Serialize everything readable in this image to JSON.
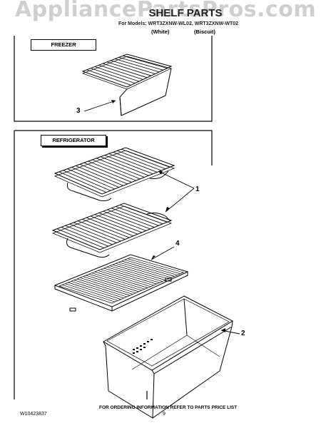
{
  "watermark": "AppliancePartsPros.com",
  "header": {
    "title": "SHELF PARTS",
    "models": "For Models: WRT3ZXNW-WL02, WRT3ZXNW-WT02",
    "color_a": "(White)",
    "color_b": "(Biscuit)"
  },
  "sections": {
    "freezer": "FREEZER",
    "refrigerator": "REFRIGERATOR"
  },
  "callouts": {
    "freezer_shelf": "3",
    "wire_shelves": "1",
    "crisper_cover": "4",
    "crisper_pan": "2"
  },
  "footer": {
    "note": "FOR ORDERING INFORMATION REFER TO PARTS PRICE LIST",
    "doc_number": "W10423837",
    "page": "9"
  }
}
